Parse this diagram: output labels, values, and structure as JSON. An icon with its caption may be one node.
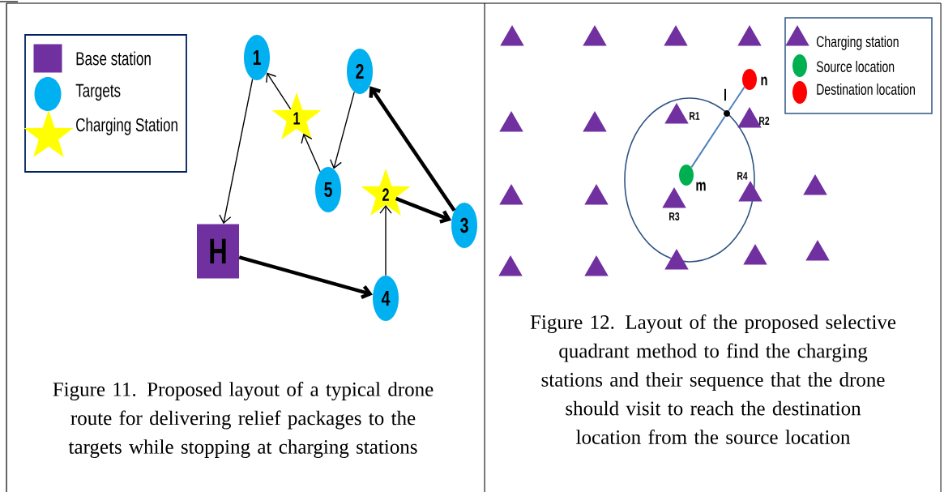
{
  "diagram": {
    "nodes": [
      {
        "text": [
          "1"
        ]
      },
      {
        "text": [
          "2"
        ]
      },
      {
        "text": [
          "1"
        ]
      },
      {
        "text": [
          "5"
        ]
      },
      {
        "text": [
          "2"
        ]
      },
      {
        "text": [
          "3"
        ]
      },
      {
        "text": [
          "H"
        ]
      },
      {
        "text": [
          "4"
        ]
      },
      {
        "text": [],
        "shape": "triangle"
      },
      {
        "text": [],
        "shape": "triangle"
      },
      {
        "text": [],
        "shape": "triangle"
      },
      {
        "text": [],
        "shape": "triangle"
      },
      {
        "text": [],
        "shape": "circle",
        "beside": [
          "n"
        ]
      },
      {
        "text": [],
        "shape": "circle",
        "beside": [
          "l"
        ]
      },
      {
        "text": [],
        "shape": "triangle"
      },
      {
        "text": [],
        "shape": "triangle"
      },
      {
        "text": [],
        "shape": "triangle",
        "beside": [
          "R1"
        ]
      },
      {
        "text": [],
        "shape": "triangle",
        "beside": [
          "R2"
        ]
      },
      {
        "text": [],
        "shape": "circle",
        "beside": [
          "m"
        ]
      },
      {
        "text": [],
        "shape": "triangle"
      },
      {
        "text": [],
        "shape": "triangle"
      },
      {
        "text": [],
        "shape": "triangle",
        "beside": [
          "R3"
        ]
      },
      {
        "text": [],
        "shape": "triangle",
        "beside": [
          "R4"
        ]
      },
      {
        "text": [],
        "shape": "triangle"
      },
      {
        "text": [],
        "shape": "triangle"
      },
      {
        "text": [],
        "shape": "triangle"
      },
      {
        "text": [],
        "shape": "triangle"
      },
      {
        "text": [],
        "shape": "triangle"
      },
      {
        "text": [],
        "shape": "triangle"
      }
    ],
    "edges": [
      {
        "from": 0,
        "to": 6,
        "arrow": "to"
      },
      {
        "from": 6,
        "to": 7,
        "arrow": "to",
        "style": "thick"
      },
      {
        "from": 7,
        "to": 4,
        "arrow": "to"
      },
      {
        "from": 4,
        "to": 5,
        "arrow": "to",
        "style": "thick"
      },
      {
        "from": 5,
        "to": 1,
        "arrow": "to",
        "style": "thick"
      },
      {
        "from": 1,
        "to": 3,
        "arrow": "to"
      },
      {
        "from": 3,
        "to": 2,
        "arrow": "to"
      },
      {
        "from": 2,
        "to": 0,
        "arrow": "to"
      },
      {
        "from": 18,
        "to": 13,
        "arrow": "none",
        "color": "#4f81bd"
      },
      {
        "from": 13,
        "to": 12,
        "arrow": "none",
        "color": "#4f81bd"
      }
    ],
    "labels": [
      "Figure 11. Proposed layout of a typical drone route for delivering relief packages to the targets while stopping at charging stations",
      "Figure 12. Layout of the proposed selective quadrant method to find the charging stations and their sequence that the drone should visit to reach the destination location from the source location"
    ],
    "legend": [
      {
        "text": "Base station",
        "color": "#7030a0"
      },
      {
        "text": "Targets",
        "color": "#00b0f0"
      },
      {
        "text": "Charging Station",
        "color": "#ffff00"
      },
      {
        "text": "Charging station",
        "color": "#7030a0"
      },
      {
        "text": "Source location",
        "color": "#00b050"
      },
      {
        "text": "Destination location",
        "color": "#ff0000"
      }
    ]
  }
}
